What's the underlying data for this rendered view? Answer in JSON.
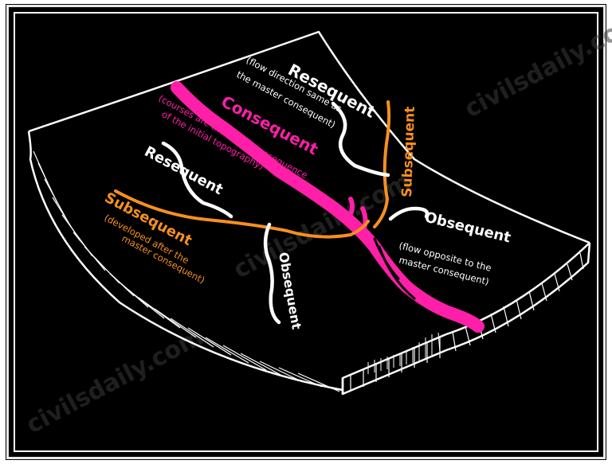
{
  "labels": {
    "resequent_top": "Resequent",
    "resequent_top_desc_1": "(flow direction same as",
    "resequent_top_desc_2": "the master consequent)",
    "consequent": "Consequent",
    "consequent_desc_1": "(courses are the direct consequence",
    "consequent_desc_2": "of the initial topography)",
    "subsequent_right": "Subsequent",
    "resequent_left": "Resequent",
    "subsequent_left": "Subsequent",
    "subsequent_left_desc_1": "(developed after the",
    "subsequent_left_desc_2": "master consequent)",
    "obsequent_center": "Obsequent",
    "obsequent_right": "Obsequent",
    "obsequent_right_desc_1": "(flow opposite to the",
    "obsequent_right_desc_2": "master consequent)"
  },
  "watermark": "civilsdaily.com",
  "colors": {
    "background": "#000000",
    "consequent": "#ff1fa8",
    "subsequent": "#f7901e",
    "resequent": "#ffffff",
    "obsequent": "#ffffff",
    "landform": "#ffffff"
  }
}
